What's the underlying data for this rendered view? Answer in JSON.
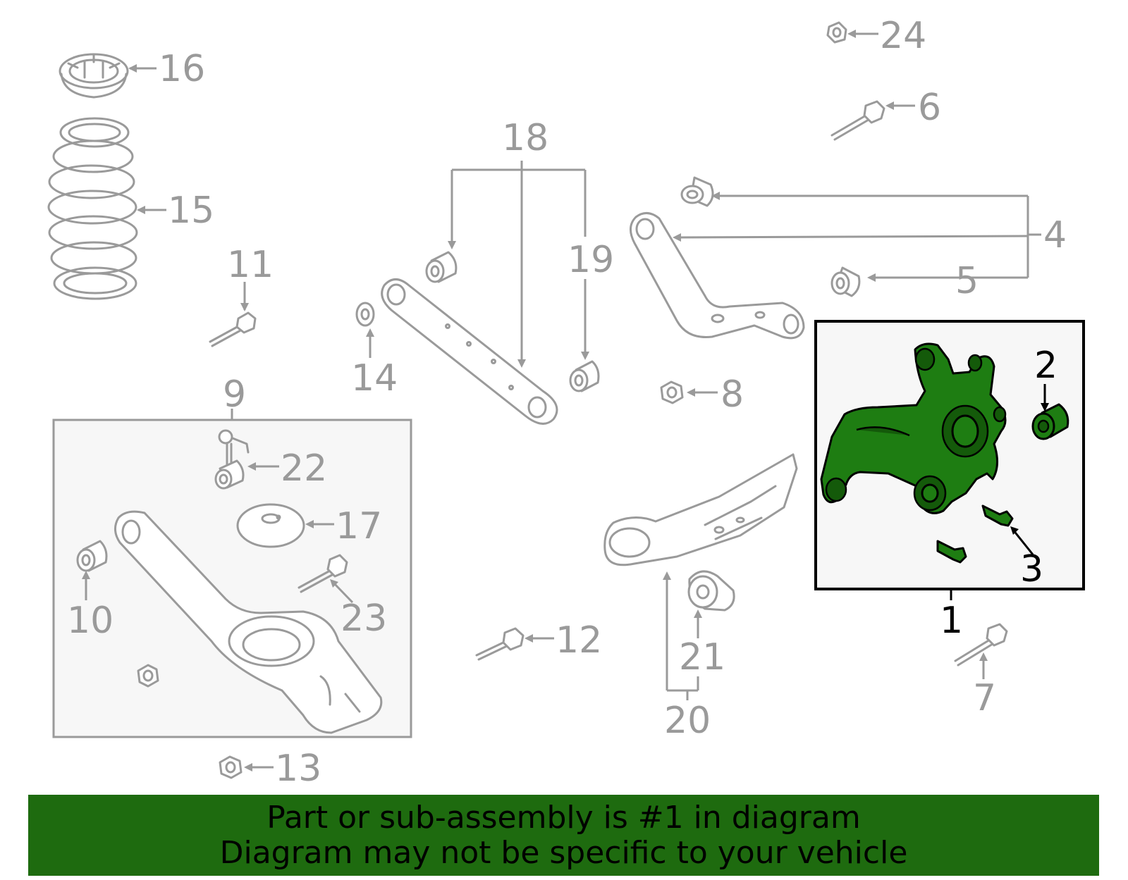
{
  "callouts": {
    "c1": "1",
    "c2": "2",
    "c3": "3",
    "c4": "4",
    "c5": "5",
    "c6": "6",
    "c7": "7",
    "c8": "8",
    "c9": "9",
    "c10": "10",
    "c11": "11",
    "c12": "12",
    "c13": "13",
    "c14": "14",
    "c15": "15",
    "c16": "16",
    "c17": "17",
    "c18": "18",
    "c19": "19",
    "c20": "20",
    "c21": "21",
    "c22": "22",
    "c23": "23",
    "c24": "24"
  },
  "highlighted_part": "1",
  "colors": {
    "highlight": "#1e7d12",
    "banner": "#1e6b0f",
    "linework": "#9a9a9a",
    "box_fill": "#f7f7f7"
  },
  "banner": {
    "line1": "Part or sub-assembly is #1 in diagram",
    "line2": "Diagram may not be specific to your vehicle"
  }
}
